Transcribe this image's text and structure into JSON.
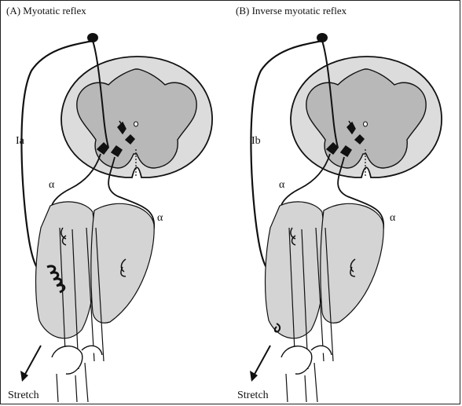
{
  "panels": [
    {
      "title": "(A) Myotatic reflex",
      "fiber_label": "Ia",
      "alpha_left": "α",
      "alpha_right": "α",
      "stretch_label": "Stretch"
    },
    {
      "title": "(B) Inverse myotatic reflex",
      "fiber_label": "Ib",
      "alpha_left": "α",
      "alpha_right": "α",
      "stretch_label": "Stretch"
    }
  ],
  "colors": {
    "ink": "#111111",
    "white_matter": "#dcdcdc",
    "gray_matter": "#b8b8b8",
    "muscle": "#d4d4d4"
  }
}
